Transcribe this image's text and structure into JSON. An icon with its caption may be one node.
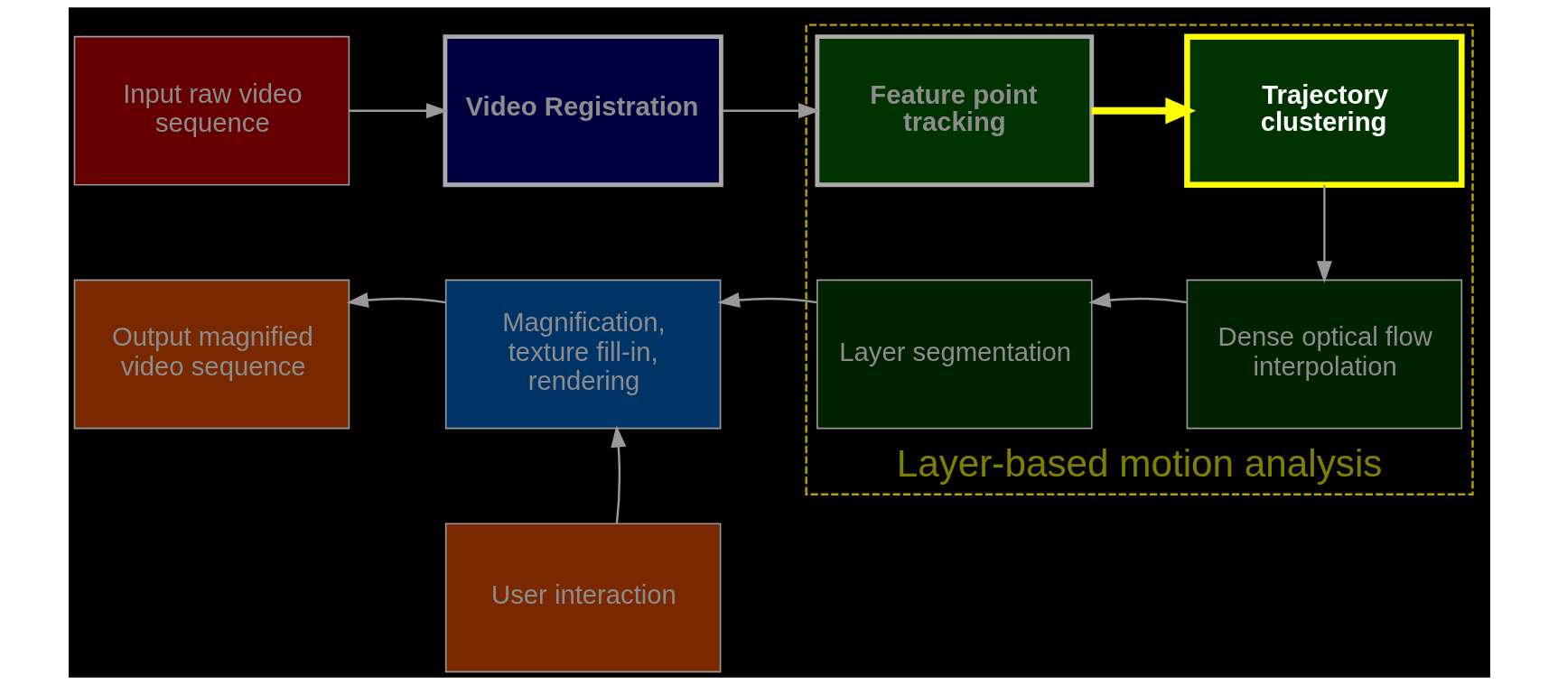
{
  "diagram": {
    "nodes": [
      {
        "text": [
          "Input raw video sequence"
        ]
      },
      {
        "text": [
          "Video Registration"
        ]
      },
      {
        "text": [
          "Layer-based motion analysis"
        ]
      },
      {
        "text": [
          "Feature point tracking"
        ],
        "in": 2
      },
      {
        "text": [
          "Trajectory clustering"
        ],
        "in": 2
      },
      {
        "text": [
          "Output magnified video sequence"
        ]
      },
      {
        "text": [
          "Magnification, texture fill-in, rendering"
        ]
      },
      {
        "text": [
          "Layer segmentation"
        ],
        "in": 2
      },
      {
        "text": [
          "Dense optical flow interpolation"
        ],
        "in": 2
      },
      {
        "text": [
          "User interaction"
        ]
      }
    ],
    "edges": [
      {
        "from": 0,
        "to": 1,
        "arrow": "to"
      },
      {
        "from": 1,
        "to": 3,
        "arrow": "to"
      },
      {
        "from": 3,
        "to": 4,
        "arrow": "to",
        "style": "thick",
        "color": "#ffff00"
      },
      {
        "from": 4,
        "to": 8,
        "arrow": "to"
      },
      {
        "from": 8,
        "to": 7,
        "arrow": "to"
      },
      {
        "from": 7,
        "to": 6,
        "arrow": "to"
      },
      {
        "from": 6,
        "to": 5,
        "arrow": "to"
      },
      {
        "from": 9,
        "to": 6,
        "arrow": "to"
      }
    ]
  }
}
